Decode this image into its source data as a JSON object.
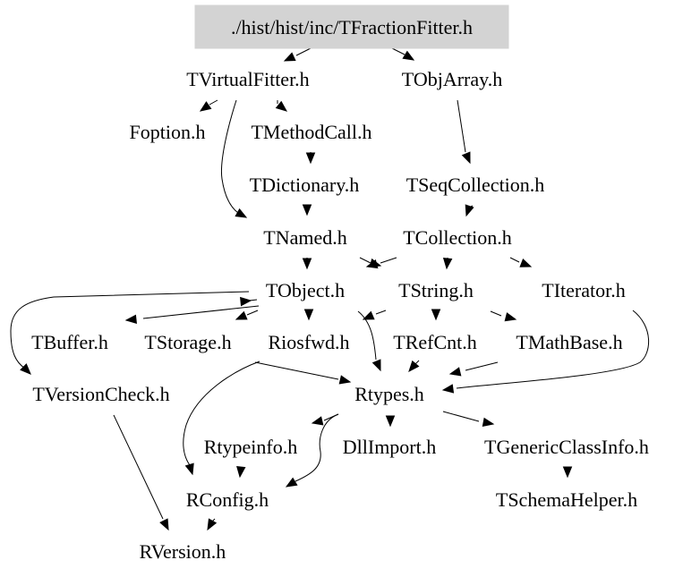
{
  "diagram": {
    "type": "include-dependency-graph",
    "root_fill": "#d3d3d3",
    "nodes": [
      {
        "id": "root",
        "label": "./hist/hist/inc/TFractionFitter.h",
        "is_root": true
      },
      {
        "id": "TVirtualFitter",
        "label": "TVirtualFitter.h"
      },
      {
        "id": "TObjArray",
        "label": "TObjArray.h"
      },
      {
        "id": "Foption",
        "label": "Foption.h"
      },
      {
        "id": "TMethodCall",
        "label": "TMethodCall.h"
      },
      {
        "id": "TDictionary",
        "label": "TDictionary.h"
      },
      {
        "id": "TSeqCollection",
        "label": "TSeqCollection.h"
      },
      {
        "id": "TNamed",
        "label": "TNamed.h"
      },
      {
        "id": "TCollection",
        "label": "TCollection.h"
      },
      {
        "id": "TObject",
        "label": "TObject.h"
      },
      {
        "id": "TString",
        "label": "TString.h"
      },
      {
        "id": "TIterator",
        "label": "TIterator.h"
      },
      {
        "id": "TBuffer",
        "label": "TBuffer.h"
      },
      {
        "id": "TStorage",
        "label": "TStorage.h"
      },
      {
        "id": "Riosfwd",
        "label": "Riosfwd.h"
      },
      {
        "id": "TRefCnt",
        "label": "TRefCnt.h"
      },
      {
        "id": "TMathBase",
        "label": "TMathBase.h"
      },
      {
        "id": "TVersionCheck",
        "label": "TVersionCheck.h"
      },
      {
        "id": "Rtypes",
        "label": "Rtypes.h"
      },
      {
        "id": "Rtypeinfo",
        "label": "Rtypeinfo.h"
      },
      {
        "id": "DllImport",
        "label": "DllImport.h"
      },
      {
        "id": "TGenericClassInfo",
        "label": "TGenericClassInfo.h"
      },
      {
        "id": "RConfig",
        "label": "RConfig.h"
      },
      {
        "id": "TSchemaHelper",
        "label": "TSchemaHelper.h"
      },
      {
        "id": "RVersion",
        "label": "RVersion.h"
      }
    ],
    "edges": [
      {
        "from": "root",
        "to": "TVirtualFitter"
      },
      {
        "from": "root",
        "to": "TObjArray"
      },
      {
        "from": "TVirtualFitter",
        "to": "Foption"
      },
      {
        "from": "TVirtualFitter",
        "to": "TMethodCall"
      },
      {
        "from": "TVirtualFitter",
        "to": "TNamed"
      },
      {
        "from": "TObjArray",
        "to": "TSeqCollection"
      },
      {
        "from": "TMethodCall",
        "to": "TDictionary"
      },
      {
        "from": "TDictionary",
        "to": "TNamed"
      },
      {
        "from": "TSeqCollection",
        "to": "TCollection"
      },
      {
        "from": "TNamed",
        "to": "TObject"
      },
      {
        "from": "TNamed",
        "to": "TString"
      },
      {
        "from": "TCollection",
        "to": "TObject"
      },
      {
        "from": "TCollection",
        "to": "TString"
      },
      {
        "from": "TCollection",
        "to": "TIterator"
      },
      {
        "from": "TObject",
        "to": "TBuffer"
      },
      {
        "from": "TBuffer",
        "to": "TObject"
      },
      {
        "from": "TObject",
        "to": "TStorage"
      },
      {
        "from": "TObject",
        "to": "Riosfwd"
      },
      {
        "from": "TObject",
        "to": "TVersionCheck"
      },
      {
        "from": "TObject",
        "to": "Rtypes"
      },
      {
        "from": "TString",
        "to": "Riosfwd"
      },
      {
        "from": "TString",
        "to": "TRefCnt"
      },
      {
        "from": "TString",
        "to": "TMathBase"
      },
      {
        "from": "TIterator",
        "to": "Rtypes"
      },
      {
        "from": "TStorage",
        "to": "Rtypes"
      },
      {
        "from": "TStorage",
        "to": "RConfig"
      },
      {
        "from": "TRefCnt",
        "to": "Rtypes"
      },
      {
        "from": "TMathBase",
        "to": "Rtypes"
      },
      {
        "from": "TVersionCheck",
        "to": "RVersion"
      },
      {
        "from": "Rtypes",
        "to": "Rtypeinfo"
      },
      {
        "from": "Rtypes",
        "to": "DllImport"
      },
      {
        "from": "Rtypes",
        "to": "TGenericClassInfo"
      },
      {
        "from": "Rtypes",
        "to": "RConfig"
      },
      {
        "from": "Rtypeinfo",
        "to": "RConfig"
      },
      {
        "from": "TGenericClassInfo",
        "to": "TSchemaHelper"
      },
      {
        "from": "RConfig",
        "to": "RVersion"
      }
    ]
  }
}
